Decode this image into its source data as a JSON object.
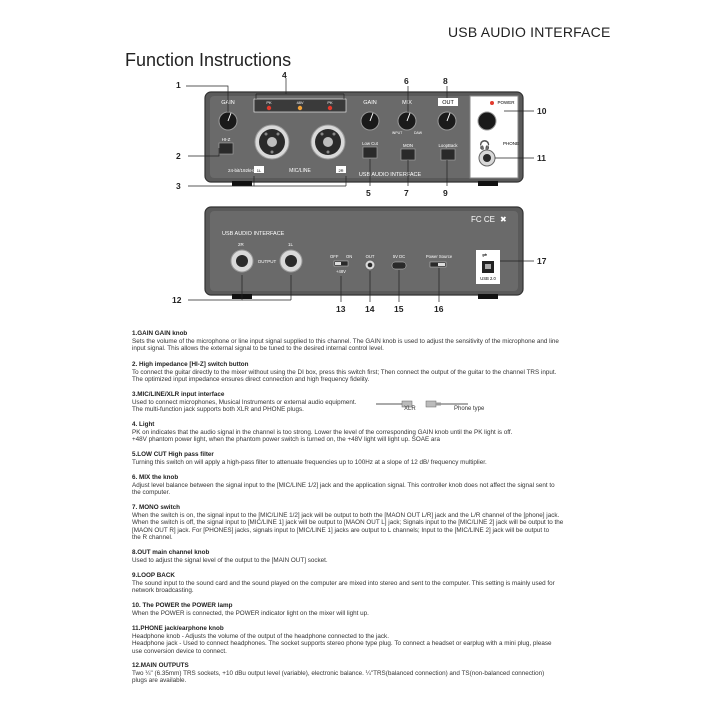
{
  "header": {
    "product": "USB AUDIO INTERFACE"
  },
  "title": "Function Instructions",
  "callouts": {
    "n1": "1",
    "n2": "2",
    "n3": "3",
    "n4": "4",
    "n5": "5",
    "n6": "6",
    "n7": "7",
    "n8": "8",
    "n9": "9",
    "n10": "10",
    "n11": "11",
    "n12": "12",
    "n13": "13",
    "n14": "14",
    "n15": "15",
    "n16": "16",
    "n17": "17"
  },
  "front_panel": {
    "gain_left": "GAIN",
    "gain_right": "GAIN",
    "mix": "MIX",
    "out": "OUT",
    "power": "POWER",
    "phone": "PHONE",
    "pk_left": "PK",
    "v48": "48V",
    "pk_right": "PK",
    "hiz": "HI-Z",
    "low_cut": "Low Cut",
    "mon": "MON",
    "loopback": "LoopBack",
    "input": "INPUT",
    "daw": "DAW",
    "spec": "24-bit/192kHz",
    "ch1": "1L",
    "mic_line": "MIC/LINE",
    "ch2": "2R",
    "brand": "USB AUDIO INTERFACE"
  },
  "rear_panel": {
    "brand": "USB AUDIO INTERFACE",
    "out_2r": "2R",
    "out_1l": "1L",
    "output": "OUTPUT",
    "off": "OFF",
    "on": "ON",
    "v48": "+48V",
    "out": "OUT",
    "dc": "5V DC",
    "power_source": "Power Source",
    "usb": "USB 2.0",
    "cert": "FC CE"
  },
  "cable": {
    "xlr": "XLR",
    "phone": "Phone type"
  },
  "sections": [
    {
      "title": "1.GAIN GAIN knob",
      "lines": [
        "Sets the volume of the microphone or line input signal supplied to this channel. The GAIN knob is used to adjust the sensitivity of the microphone and line",
        "input signal. This allows the external signal to be tuned to the desired internal control level."
      ]
    },
    {
      "title": "2. High impedance [HI-Z] switch button",
      "lines": [
        "To connect the guitar directly to the mixer without using the DI box, press this switch first; Then connect the output of the guitar to the channel TRS input.",
        "The optimized input impedance ensures direct connection and high frequency fidelity."
      ]
    },
    {
      "title": "3.MIC/LINE/XLR input interface",
      "lines": [
        "Used to connect microphones, Musical Instruments or external audio equipment.",
        "The multi-function jack supports both XLR and PHONE plugs."
      ]
    },
    {
      "title": "4. Light",
      "lines": [
        "PK on indicates that the audio signal in the channel is too strong. Lower the level of the corresponding GAIN knob until the PK light is off.",
        "+48V phantom power light, when the phantom power switch is turned on, the +48V light will light up. SOAE ara"
      ]
    },
    {
      "title": "5.LOW CUT High pass filter",
      "lines": [
        "Turning this switch on will apply a high-pass filter to attenuate frequencies up to 100Hz at a slope of 12 dB/ frequency multiplier."
      ]
    },
    {
      "title": "6. MIX the knob",
      "lines": [
        "Adjust level balance between the signal input to the [MIC/LINE 1/2] jack and the application signal. This controller knob does not affect the signal sent to",
        "the computer."
      ]
    },
    {
      "title": "7. MONO switch",
      "lines": [
        "When the switch is on, the signal input to the [MIC/LINE 1/2] jack will be output to both the [MAON OUT L/R] jack and the L/R channel of the [phone] jack.",
        "When the switch is off, the signal input to [MIC/LINE 1] jack will be output to [MAON OUT L] jack; Signals input to the [MIC/LINE 2] jack will be output to the",
        "[MAON OUT R] jack. For [PHONES] jacks, signals input to [MIC/LINE 1] jacks are output to L channels; Input to the [MIC/LINE 2] jack will be output to",
        "the R channel."
      ]
    },
    {
      "title": "8.OUT main channel knob",
      "lines": [
        "Used to adjust the signal level of the output to the [MAIN OUT] socket."
      ]
    },
    {
      "title": "9.LOOP BACK",
      "lines": [
        "The sound input to the sound card and the sound played on the computer are mixed into stereo and sent to the computer. This setting is mainly used for",
        "network broadcasting."
      ]
    },
    {
      "title": "10. The POWER the POWER lamp",
      "lines": [
        "When the POWER is connected, the POWER indicator light on the mixer will light up."
      ]
    },
    {
      "title": "11.PHONE jack/earphone knob",
      "lines": [
        "Headphone knob - Adjusts the volume of the output of the headphone connected to the jack.",
        "Headphone jack - Used to connect headphones. The socket supports stereo phone type plug. To connect a headset or earplug with a mini plug, please",
        "use conversion device to connect."
      ]
    },
    {
      "title": "12.MAIN OUTPUTS",
      "lines": [
        "Two ¼\" (6.35mm) TRS sockets, +10 dBu output level (variable), electronic balance. ¼\"TRS(balanced connection) and TS(non-balanced connection)",
        "plugs are available."
      ]
    }
  ]
}
